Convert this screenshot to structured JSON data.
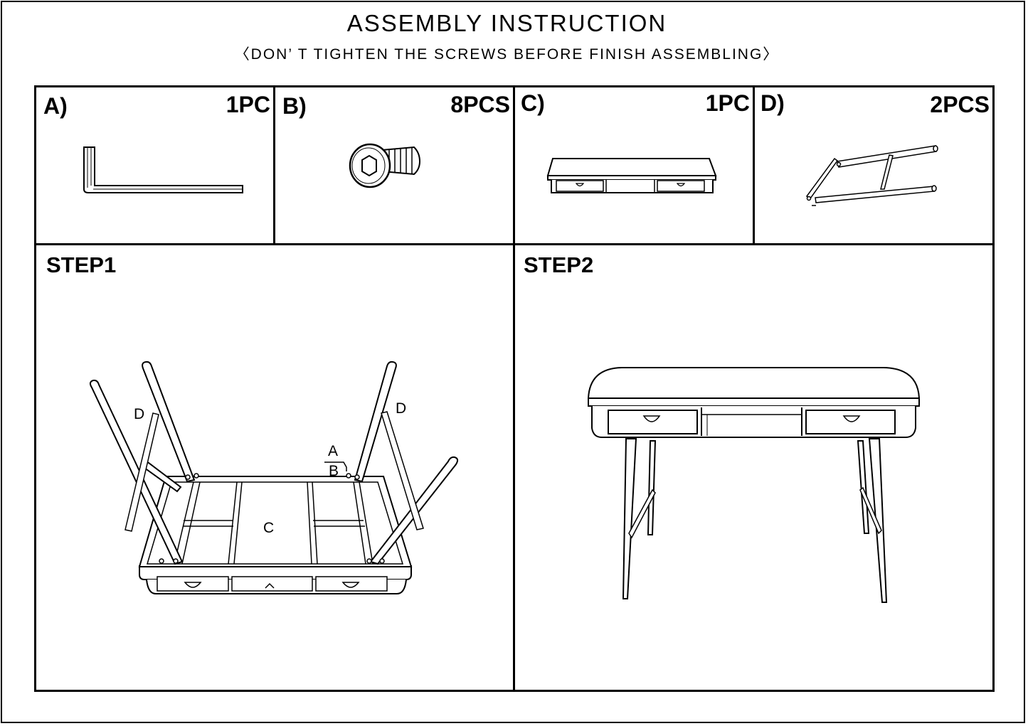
{
  "header": {
    "title": "ASSEMBLY INSTRUCTION",
    "subtitle": "〈DON’ T TIGHTEN THE SCREWS BEFORE FINISH ASSEMBLING〉"
  },
  "parts": [
    {
      "label": "A)",
      "quantity": "1PC",
      "icon": "allen-key-icon"
    },
    {
      "label": "B)",
      "quantity": "8PCS",
      "icon": "screw-icon"
    },
    {
      "label": "C)",
      "quantity": "1PC",
      "icon": "desk-top-icon"
    },
    {
      "label": "D)",
      "quantity": "2PCS",
      "icon": "leg-frame-icon"
    }
  ],
  "steps": [
    {
      "label": "STEP1",
      "callouts": {
        "leg_left": "D",
        "leg_right": "D",
        "key": "A",
        "screw": "B",
        "top": "C"
      }
    },
    {
      "label": "STEP2"
    }
  ]
}
